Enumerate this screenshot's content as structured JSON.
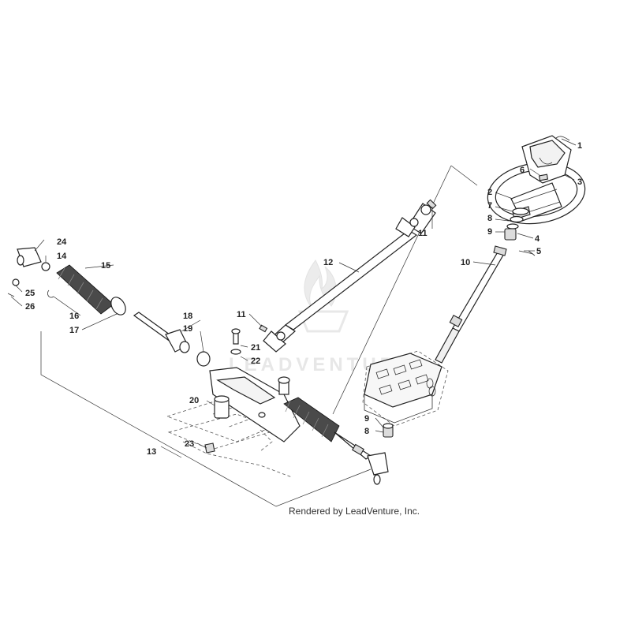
{
  "diagram": {
    "watermark": "LEADVENTURE",
    "credit": "Rendered by LeadVenture, Inc.",
    "callouts": {
      "c1": "1",
      "c2": "2",
      "c3": "3",
      "c4": "4",
      "c5": "5",
      "c6": "6",
      "c7": "7",
      "c8a": "8",
      "c9a": "9",
      "c10": "10",
      "c11a": "11",
      "c12": "12",
      "c11b": "11",
      "c21": "21",
      "c22": "22",
      "c18": "18",
      "c19": "19",
      "c15": "15",
      "c24": "24",
      "c14": "14",
      "c25": "25",
      "c26": "26",
      "c16": "16",
      "c17": "17",
      "c20": "20",
      "c23": "23",
      "c13": "13",
      "c9b": "9",
      "c8b": "8"
    }
  }
}
